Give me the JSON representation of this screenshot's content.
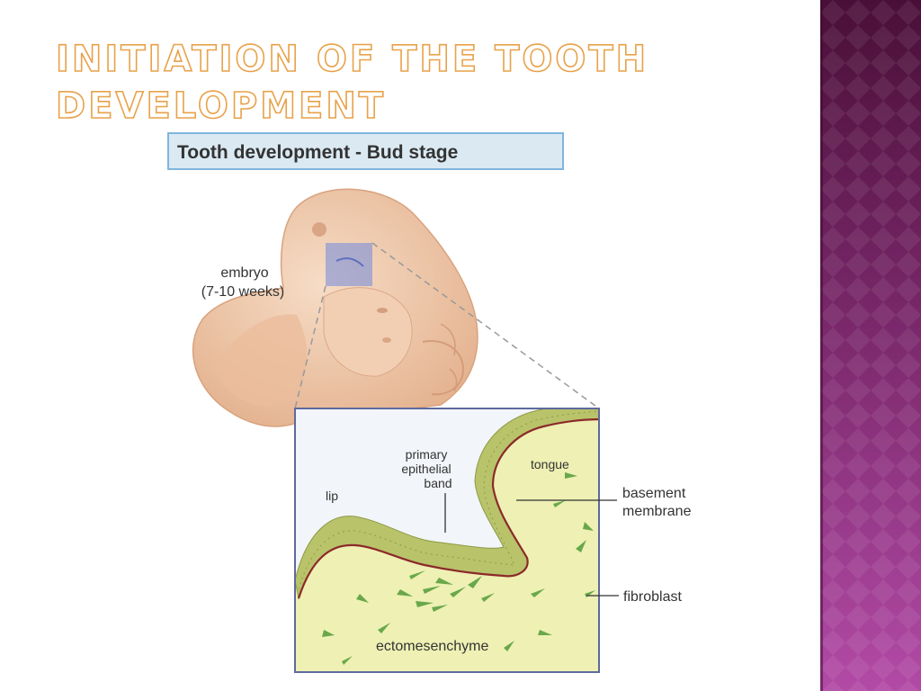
{
  "slide": {
    "title_line1": "INITIATION OF THE TOOTH",
    "title_line2": "DEVELOPMENT"
  },
  "diagram": {
    "banner": "Tooth development - Bud stage",
    "embryo_label": "embryo",
    "embryo_age": "(7-10 weeks)",
    "primary_band_line1": "primary",
    "primary_band_line2": "epithelial",
    "primary_band_line3": "band",
    "lip": "lip",
    "tongue": "tongue",
    "basement_line1": "basement",
    "basement_line2": "membrane",
    "fibroblast": "fibroblast",
    "ectomesenchyme": "ectomesenchyme"
  },
  "colors": {
    "title_outline": "#e8a24a",
    "sidebar_top": "#4a0f38",
    "sidebar_bottom": "#b24aa6",
    "banner_bg": "#dbe9f3",
    "banner_border": "#7fb6dc",
    "embryo_skin": "#edc7a8",
    "mesenchyme": "#eef0b4",
    "epithelium": "#b9c36a",
    "fibroblast": "#69a84a"
  }
}
